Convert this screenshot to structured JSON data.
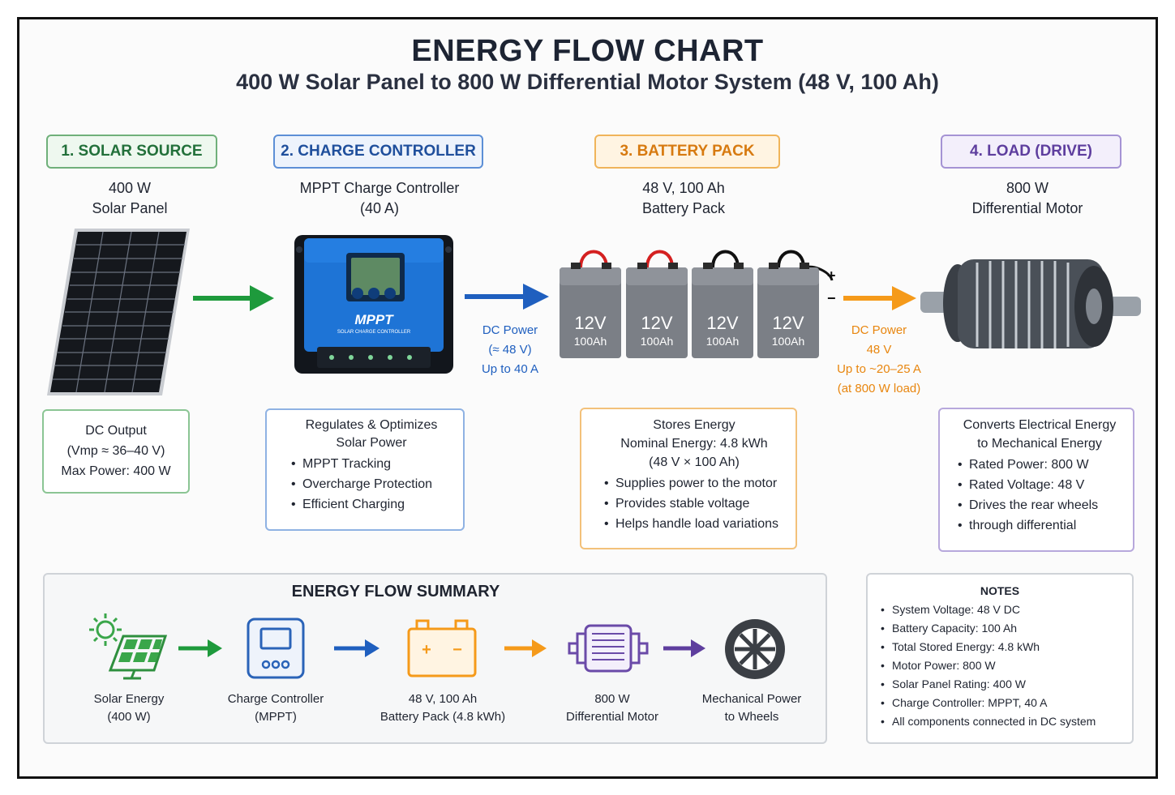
{
  "header": {
    "title": "ENERGY FLOW CHART",
    "subtitle": "400 W Solar Panel to 800 W Differential Motor System (48 V, 100 Ah)"
  },
  "stages": [
    {
      "tag": "1. SOLAR SOURCE",
      "line1": "400 W",
      "line2": "Solar Panel",
      "color": "#22703a"
    },
    {
      "tag": "2. CHARGE CONTROLLER",
      "line1": "MPPT Charge Controller",
      "line2": "(40 A)",
      "color": "#1f4f9c"
    },
    {
      "tag": "3. BATTERY PACK",
      "line1": "48 V, 100 Ah",
      "line2": "Battery Pack",
      "color": "#d77a10"
    },
    {
      "tag": "4. LOAD (DRIVE)",
      "line1": "800 W",
      "line2": "Differential Motor",
      "color": "#5e3e9e"
    }
  ],
  "controller_device": {
    "brand": "MPPT",
    "model": "SOLAR CHARGE CONTROLLER"
  },
  "batteries": [
    {
      "voltage": "12V",
      "capacity": "100Ah"
    },
    {
      "voltage": "12V",
      "capacity": "100Ah"
    },
    {
      "voltage": "12V",
      "capacity": "100Ah"
    },
    {
      "voltage": "12V",
      "capacity": "100Ah"
    }
  ],
  "terminals": {
    "positive": "+",
    "negative": "−"
  },
  "flow_blue": {
    "line1": "DC Power",
    "line2": "(≈ 48 V)",
    "line3": "Up to 40 A"
  },
  "flow_orange": {
    "line1": "DC Power",
    "line2": "48 V",
    "line3": "Up to ~20–25 A",
    "line4": "(at 800 W load)"
  },
  "callouts": {
    "solar": {
      "line1": "DC Output",
      "line2": "(Vmp ≈ 36–40 V)",
      "line3": "Max Power: 400 W"
    },
    "controller": {
      "title1": "Regulates & Optimizes",
      "title2": "Solar Power",
      "items": [
        "MPPT Tracking",
        "Overcharge Protection",
        "Efficient Charging"
      ]
    },
    "battery": {
      "title1": "Stores Energy",
      "title2": "Nominal Energy: 4.8 kWh",
      "title3": "(48 V × 100 Ah)",
      "items": [
        "Supplies power to the motor",
        "Provides stable voltage",
        "Helps handle load variations"
      ]
    },
    "motor": {
      "title1": "Converts Electrical Energy",
      "title2": "to Mechanical Energy",
      "items": [
        "Rated Power: 800 W",
        "Rated Voltage: 48 V",
        "Drives the rear wheels",
        "through differential"
      ]
    }
  },
  "summary": {
    "title": "ENERGY FLOW SUMMARY",
    "steps": [
      {
        "line1": "Solar Energy",
        "line2": "(400 W)",
        "icon": "solar-energy-icon"
      },
      {
        "line1": "Charge Controller",
        "line2": "(MPPT)",
        "icon": "charge-controller-icon"
      },
      {
        "line1": "48 V, 100 Ah",
        "line2": "Battery Pack (4.8 kWh)",
        "icon": "battery-icon"
      },
      {
        "line1": "800 W",
        "line2": "Differential Motor",
        "icon": "motor-icon"
      },
      {
        "line1": "Mechanical Power",
        "line2": "to Wheels",
        "icon": "wheel-icon"
      }
    ],
    "battery_symbols": {
      "plus": "+",
      "minus": "−"
    }
  },
  "notes": {
    "title": "NOTES",
    "items": [
      "System Voltage: 48 V DC",
      "Battery Capacity: 100 Ah",
      "Total Stored Energy: 4.8 kWh",
      "Motor Power: 800 W",
      "Solar Panel Rating: 400 W",
      "Charge Controller: MPPT, 40 A",
      "All components connected in DC system"
    ]
  },
  "colors": {
    "green": "#1e9a3c",
    "blue": "#1f5fbf",
    "orange": "#f59a1a",
    "purple": "#5e3e9e"
  }
}
